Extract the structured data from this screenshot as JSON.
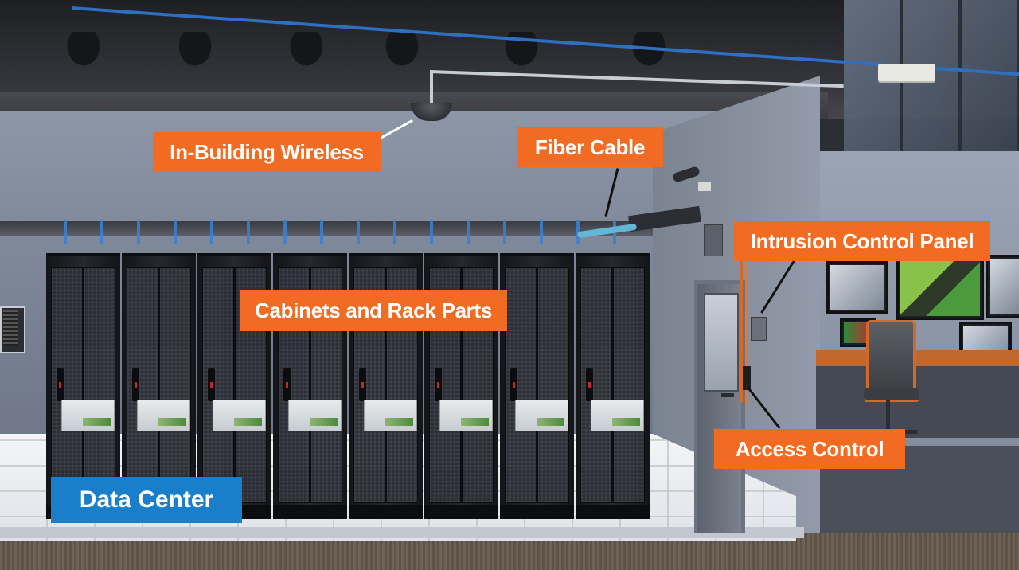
{
  "labels": {
    "in_building_wireless": "In-Building Wireless",
    "fiber_cable": "Fiber Cable",
    "intrusion_control_panel": "Intrusion Control Panel",
    "cabinets_and_rack_parts": "Cabinets and Rack Parts",
    "access_control": "Access Control",
    "data_center": "Data Center"
  },
  "colors": {
    "callout_orange": "#f26b22",
    "title_blue": "#1a7fcb",
    "label_text": "#ffffff"
  },
  "scene": {
    "cabinet_count": 8
  }
}
